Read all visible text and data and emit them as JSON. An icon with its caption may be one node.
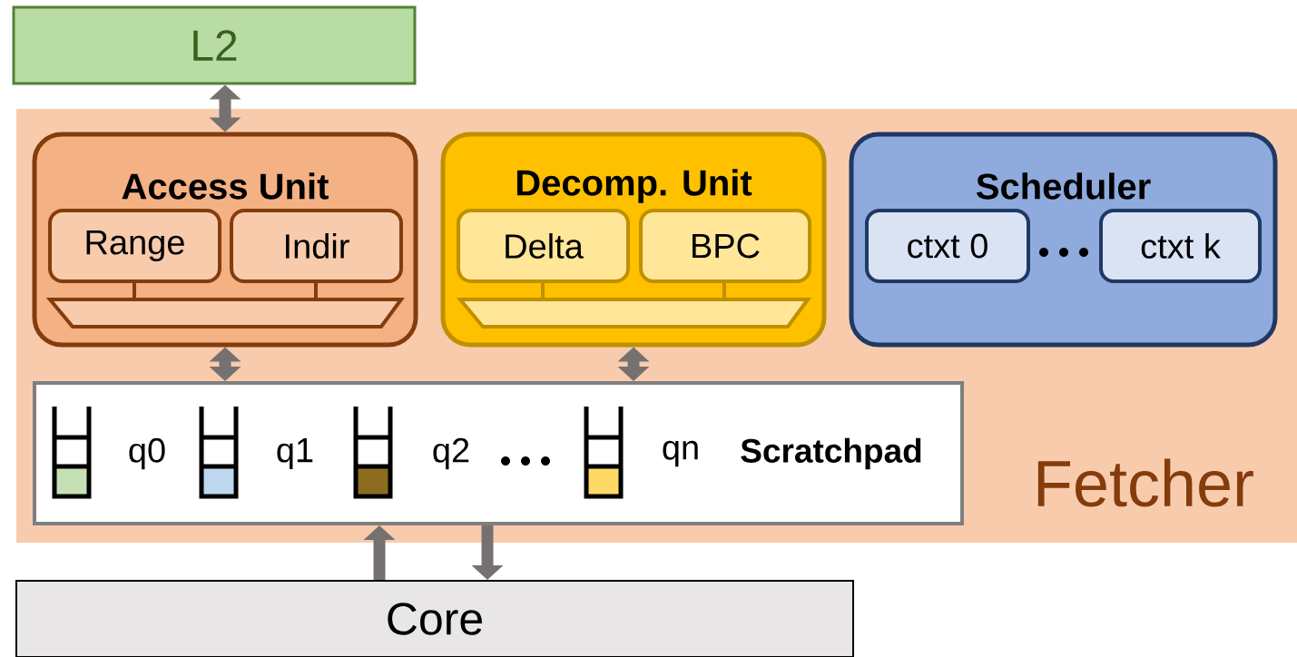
{
  "diagram": {
    "nodes": [
      {
        "text": [
          "L2"
        ]
      },
      {
        "text": [
          "Fetcher"
        ]
      },
      {
        "text": [
          "Access Unit"
        ],
        "in": 1
      },
      {
        "text": [
          "Range"
        ],
        "in": 2
      },
      {
        "text": [
          "Indir"
        ],
        "in": 2
      },
      {
        "text": [],
        "shape": "trapezoid",
        "in": 2
      },
      {
        "text": [
          "Decomp. Unit"
        ],
        "in": 1
      },
      {
        "text": [
          "Delta"
        ],
        "in": 6
      },
      {
        "text": [
          "BPC"
        ],
        "in": 6
      },
      {
        "text": [],
        "shape": "trapezoid",
        "in": 6
      },
      {
        "text": [
          "Scheduler"
        ],
        "in": 1
      },
      {
        "text": [
          "ctxt 0"
        ],
        "in": 10
      },
      {
        "text": [
          "ctxt k"
        ],
        "in": 10
      },
      {
        "text": [
          "Scratchpad"
        ],
        "in": 1
      },
      {
        "text": [
          "Core"
        ]
      }
    ],
    "edges": [
      {
        "from": 0,
        "to": 2,
        "arrow": "both"
      },
      {
        "from": 3,
        "to": 5,
        "arrow": "none",
        "color": "#843c0c"
      },
      {
        "from": 4,
        "to": 5,
        "arrow": "none",
        "color": "#843c0c"
      },
      {
        "from": 7,
        "to": 9,
        "arrow": "none",
        "color": "#bf9000"
      },
      {
        "from": 8,
        "to": 9,
        "arrow": "none",
        "color": "#bf9000"
      },
      {
        "from": 2,
        "to": 13,
        "arrow": "both"
      },
      {
        "from": 6,
        "to": 13,
        "arrow": "both"
      },
      {
        "from": 14,
        "to": 13,
        "arrow": "to"
      },
      {
        "from": 13,
        "to": 14,
        "arrow": "to"
      }
    ],
    "labels": [
      "q0",
      "q1",
      "q2",
      "qn"
    ]
  }
}
